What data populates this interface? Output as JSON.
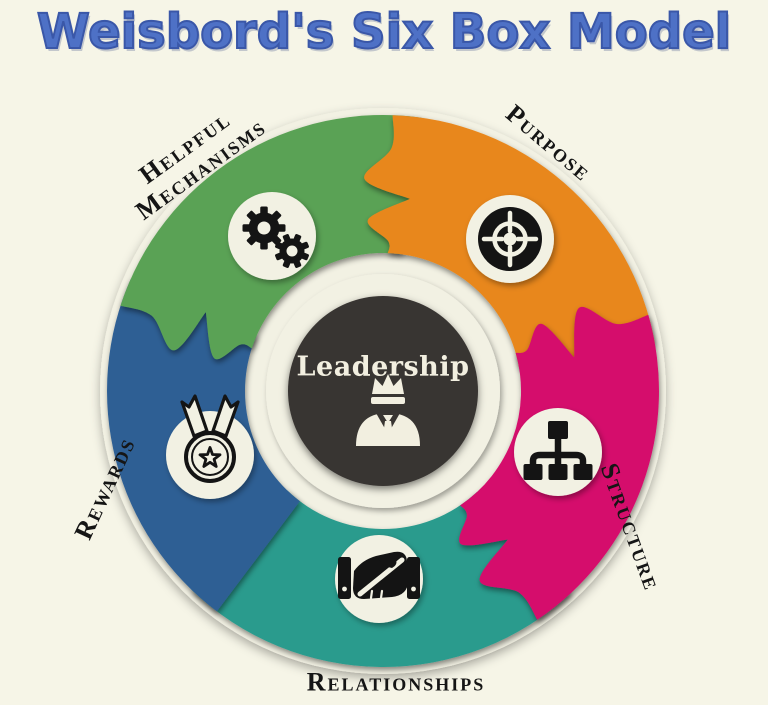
{
  "title": "Weisbord's Six Box Model",
  "wheel": {
    "center": {
      "label": "Leadership",
      "color": "#393532",
      "icon": "leader-crown-icon"
    },
    "segments": [
      {
        "key": "purpose",
        "label": "Purpose",
        "color": "#e8871d",
        "icon": "target-icon"
      },
      {
        "key": "structure",
        "label": "Structure",
        "color": "#d5106c",
        "icon": "org-chart-icon"
      },
      {
        "key": "relationships",
        "label": "Relationships",
        "color": "#2a9b8d",
        "icon": "handshake-icon"
      },
      {
        "key": "rewards",
        "label": "Rewards",
        "color": "#2e5f94",
        "icon": "medal-icon"
      },
      {
        "key": "helpful_mechanisms",
        "label": "Helpful Mechanisms",
        "label_line1": "Helpful",
        "label_line2": "Mechanisms",
        "color": "#5aa254",
        "icon": "gears-icon"
      }
    ]
  },
  "colors": {
    "background": "#f6f5e7",
    "cream": "#f2f1e3",
    "icon_glyph": "#141414",
    "title_fill": "#4e71c6",
    "title_outline": "#3a57a8",
    "label_text": "#151515",
    "center_text": "#f2efe0"
  }
}
